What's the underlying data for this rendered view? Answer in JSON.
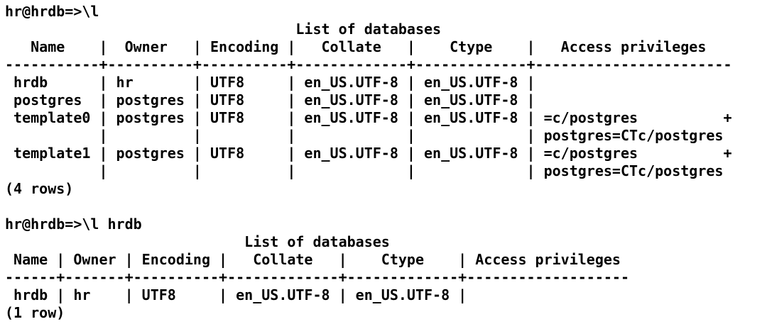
{
  "terminal": {
    "background_color": "#ffffff",
    "text_color": "#000000",
    "blocks": [
      {
        "prompt": "hr@hrdb=>",
        "command": "\\l",
        "table": {
          "title": "List of databases",
          "columns": [
            "Name",
            "Owner",
            "Encoding",
            "Collate",
            "Ctype",
            "Access privileges"
          ],
          "rows": [
            [
              "hrdb",
              "hr",
              "UTF8",
              "en_US.UTF-8",
              "en_US.UTF-8",
              ""
            ],
            [
              "postgres",
              "postgres",
              "UTF8",
              "en_US.UTF-8",
              "en_US.UTF-8",
              ""
            ],
            [
              "template0",
              "postgres",
              "UTF8",
              "en_US.UTF-8",
              "en_US.UTF-8",
              "=c/postgres\npostgres=CTc/postgres"
            ],
            [
              "template1",
              "postgres",
              "UTF8",
              "en_US.UTF-8",
              "en_US.UTF-8",
              "=c/postgres\npostgres=CTc/postgres"
            ]
          ],
          "footer": "(4 rows)"
        },
        "render": {
          "title_line": "                                  List of databases",
          "header_line": "   Name    |  Owner   | Encoding |   Collate   |    Ctype    |   Access privileges   ",
          "separator_line": "-----------+----------+----------+-------------+-------------+-----------------------",
          "row_lines": [
            " hrdb      | hr       | UTF8     | en_US.UTF-8 | en_US.UTF-8 | ",
            " postgres  | postgres | UTF8     | en_US.UTF-8 | en_US.UTF-8 | ",
            " template0 | postgres | UTF8     | en_US.UTF-8 | en_US.UTF-8 | =c/postgres          +",
            "           |          |          |             |             | postgres=CTc/postgres",
            " template1 | postgres | UTF8     | en_US.UTF-8 | en_US.UTF-8 | =c/postgres          +",
            "           |          |          |             |             | postgres=CTc/postgres"
          ]
        }
      },
      {
        "prompt": "hr@hrdb=>",
        "command": "\\l hrdb",
        "table": {
          "title": "List of databases",
          "columns": [
            "Name",
            "Owner",
            "Encoding",
            "Collate",
            "Ctype",
            "Access privileges"
          ],
          "rows": [
            [
              "hrdb",
              "hr",
              "UTF8",
              "en_US.UTF-8",
              "en_US.UTF-8",
              ""
            ]
          ],
          "footer": "(1 row)"
        },
        "render": {
          "title_line": "                            List of databases",
          "header_line": " Name | Owner | Encoding |   Collate   |    Ctype    | Access privileges ",
          "separator_line": "------+-------+----------+-------------+-------------+-------------------",
          "row_lines": [
            " hrdb | hr    | UTF8     | en_US.UTF-8 | en_US.UTF-8 | "
          ]
        }
      }
    ]
  }
}
